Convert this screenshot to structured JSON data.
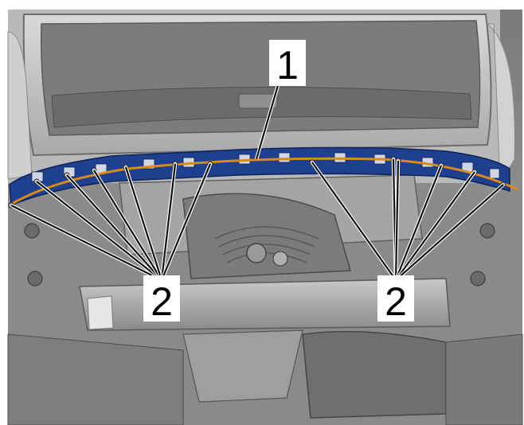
{
  "callouts": {
    "one": {
      "label": "1",
      "meaning": "retainer-strip"
    },
    "two_left": {
      "label": "2",
      "meaning": "retainer-clips-left"
    },
    "two_right": {
      "label": "2",
      "meaning": "retainer-clips-right"
    }
  },
  "colors": {
    "background": "#ffffff",
    "engine_gray": "#8e8e8e",
    "dark_gray": "#5c5c5c",
    "light_gray": "#c7c7c7",
    "retainer_blue": "#1f3f8f",
    "wire_orange": "#d98a1c",
    "leader_black": "#111111"
  },
  "icons": {
    "component_1": "retainer-strip-icon",
    "component_2": "retainer-clip-icon"
  }
}
